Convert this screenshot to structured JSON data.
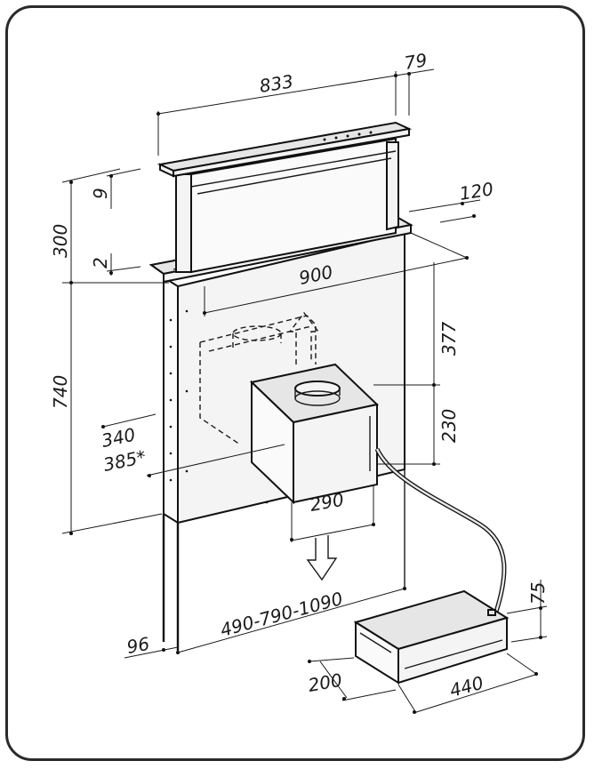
{
  "dimensions": {
    "d833": "833",
    "d79": "79",
    "d9": "9",
    "d300": "300",
    "d2": "2",
    "d120": "120",
    "d900": "900",
    "d377": "377",
    "d740": "740",
    "d230": "230",
    "d340": "340",
    "d385": "385*",
    "d290": "290",
    "d490": "490-790-1090",
    "d96": "96",
    "d75": "75",
    "d200": "200",
    "d440": "440"
  }
}
